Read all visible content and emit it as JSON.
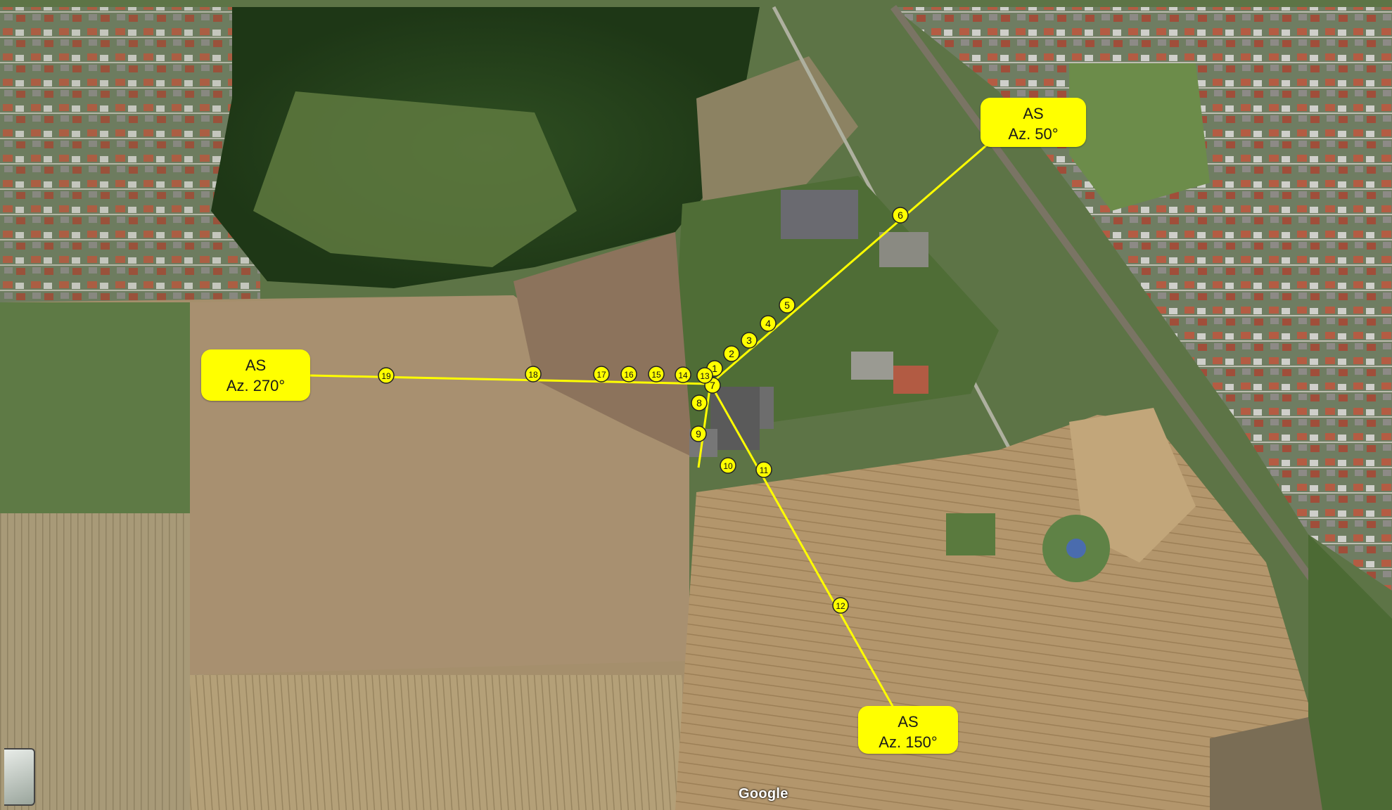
{
  "map": {
    "provider_logo": "Google",
    "route_color": "#ffff00",
    "marker_color": "#ffff00"
  },
  "labels": {
    "ne": {
      "line1": "AS",
      "line2": "Az. 50°"
    },
    "w": {
      "line1": "AS",
      "line2": "Az. 270°"
    },
    "se": {
      "line1": "AS",
      "line2": "Az. 150°"
    }
  },
  "markers": [
    "1",
    "2",
    "3",
    "4",
    "5",
    "6",
    "7",
    "8",
    "9",
    "10",
    "11",
    "12",
    "13",
    "14",
    "15",
    "16",
    "17",
    "18",
    "19"
  ]
}
